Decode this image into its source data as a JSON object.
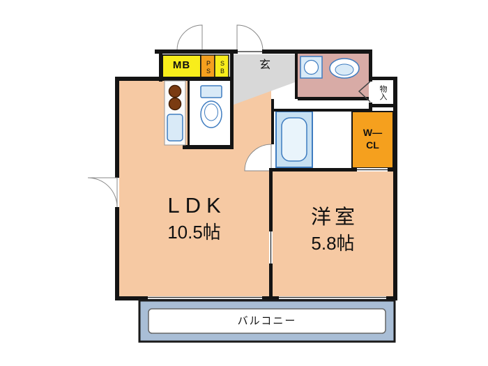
{
  "colors": {
    "room_fill": "#F6C9A3",
    "balcony_fill": "#A9BED6",
    "entrance_fill": "#D8D8D8",
    "washroom_fill": "#D8ABA6",
    "accent_yellow": "#F8ED1B",
    "accent_orange": "#F5A01E",
    "fixture_blue": "#3E7CC0",
    "fixture_light_blue": "#D9EAF7",
    "bath_fill": "#C7E0F2",
    "wall": "#141414"
  },
  "rooms": {
    "ldk": {
      "name": "LDK",
      "size": "10.5帖"
    },
    "western_room": {
      "name": "洋室",
      "size": "5.8帖"
    },
    "balcony": {
      "name": "バルコニー"
    },
    "entrance": {
      "name": "玄"
    },
    "storage": {
      "label": "物入"
    },
    "walk_in_closet": {
      "line1": "W―",
      "line2": "CL"
    },
    "meter_box": {
      "label": "MB"
    },
    "pipe_space": {
      "label": "PS"
    },
    "service_box": {
      "label": "SB"
    }
  }
}
